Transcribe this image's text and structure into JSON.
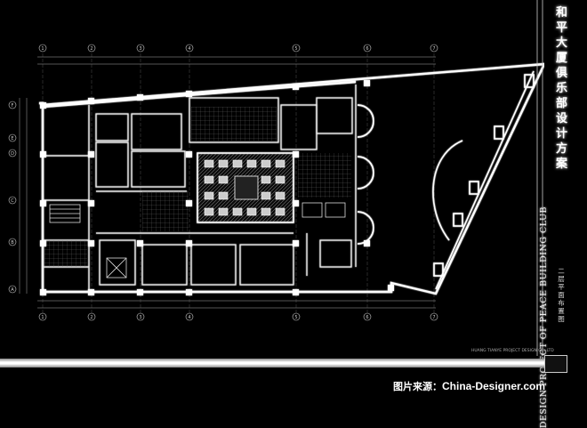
{
  "title_cn": "和平大厦俱乐部设计方案",
  "subtitle_en": "DESIGN PROJECT OF PEACE BUILDING CLUB",
  "drawing_name": "二层平面布置图",
  "firm_line": "HUANG TIANYE PROJECT DESIGN CO.,LTD",
  "watermark": {
    "prefix": "图片来源：",
    "site": "China-Designer.com"
  },
  "grid_numbers": [
    "1",
    "2",
    "3",
    "4",
    "5",
    "6",
    "7"
  ],
  "grid_letters": [
    "F",
    "E",
    "D",
    "C",
    "B",
    "A"
  ],
  "colors": {
    "background": "#000000",
    "lines": "#ffffff",
    "glow": "#d8d8d8"
  }
}
